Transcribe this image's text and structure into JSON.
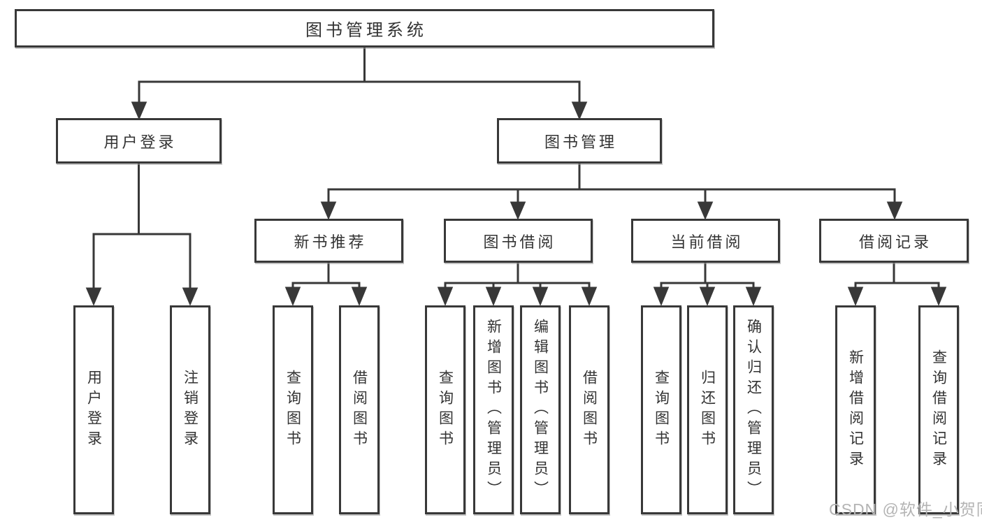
{
  "diagram": {
    "title": "图书管理系统",
    "level2": [
      {
        "label": "用户登录"
      },
      {
        "label": "图书管理"
      }
    ],
    "level3": [
      {
        "label": "新书推荐"
      },
      {
        "label": "图书借阅"
      },
      {
        "label": "当前借阅"
      },
      {
        "label": "借阅记录"
      }
    ],
    "leaves": [
      {
        "label": "用户登录"
      },
      {
        "label": "注销登录"
      },
      {
        "label": "查询图书"
      },
      {
        "label": "借阅图书"
      },
      {
        "label": "查询图书"
      },
      {
        "label": "新增图书（管理员）"
      },
      {
        "label": "编辑图书（管理员）"
      },
      {
        "label": "借阅图书"
      },
      {
        "label": "查询图书"
      },
      {
        "label": "归还图书"
      },
      {
        "label": "确认归还（管理员）"
      },
      {
        "label": "新增借阅记录"
      },
      {
        "label": "查询借阅记录"
      }
    ]
  },
  "watermark": {
    "text": "CSDN @软件_小贺同学"
  },
  "colors": {
    "line": "#383838",
    "text": "#333333",
    "watermark": "#b4b4b4",
    "background": "#ffffff"
  }
}
